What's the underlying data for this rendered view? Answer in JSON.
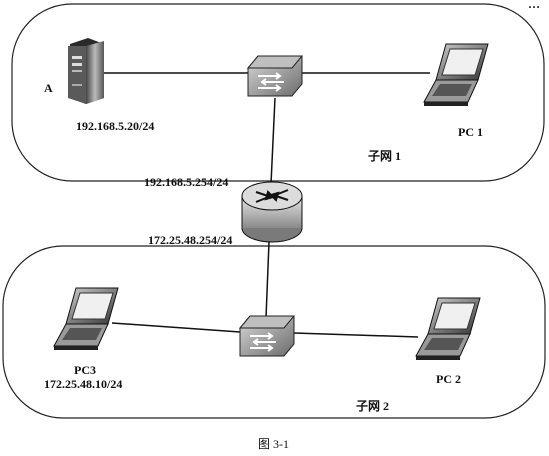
{
  "diagram": {
    "caption": "图 3-1",
    "corner_text": "…",
    "subnet1": {
      "label": "子网 1",
      "server": {
        "name": "A",
        "ip": "192.168.5.20/24",
        "icon": "server-icon"
      },
      "switch": {
        "icon": "switch-icon"
      },
      "pc": {
        "name": "PC 1",
        "icon": "laptop-icon"
      }
    },
    "router": {
      "icon": "router-icon",
      "ip_upper": "192.168.5.254/24",
      "ip_lower": "172.25.48.254/24"
    },
    "subnet2": {
      "label": "子网 2",
      "switch": {
        "icon": "switch-icon"
      },
      "pc3": {
        "name": "PC3",
        "ip": "172.25.48.10/24",
        "icon": "laptop-icon"
      },
      "pc2": {
        "name": "PC 2",
        "icon": "laptop-icon"
      }
    }
  }
}
